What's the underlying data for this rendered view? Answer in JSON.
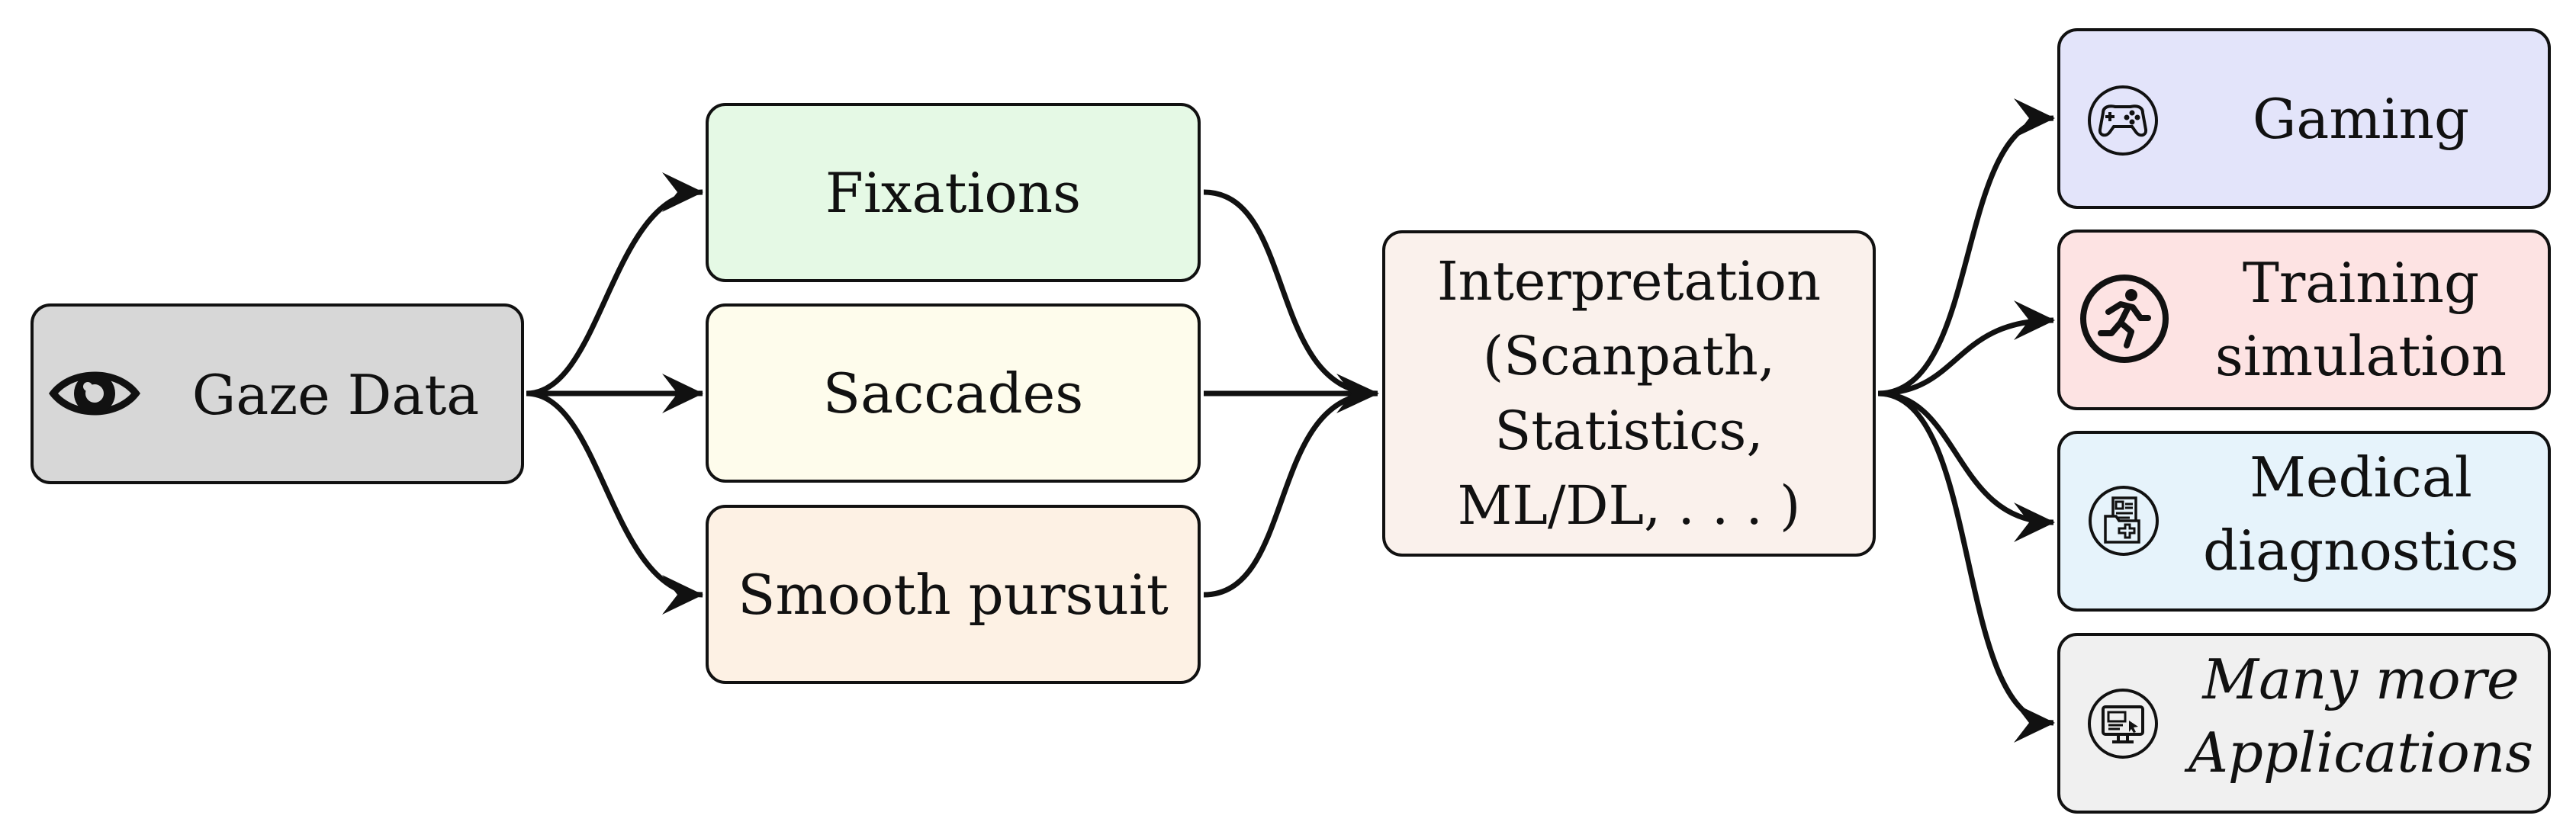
{
  "source": {
    "label": "Gaze Data",
    "icon": "eye-icon",
    "fill": "#d7d7d7"
  },
  "events": [
    {
      "label": "Fixations",
      "fill": "#e5f9e5"
    },
    {
      "label": "Saccades",
      "fill": "#fefcec"
    },
    {
      "label": "Smooth pursuit",
      "fill": "#fdf1e4"
    }
  ],
  "interpretation": {
    "lines": [
      "Interpretation",
      "(Scanpath,",
      "Statistics,",
      "ML/DL, . . . )"
    ],
    "fill": "#faf1ec"
  },
  "applications": [
    {
      "lines": [
        "Gaming"
      ],
      "icon": "gamepad-icon",
      "fill": "#e3e4fa",
      "italic": false
    },
    {
      "lines": [
        "Training",
        "simulation"
      ],
      "icon": "runner-icon",
      "fill": "#fde3e3",
      "italic": false
    },
    {
      "lines": [
        "Medical",
        "diagnostics"
      ],
      "icon": "medical-records-icon",
      "fill": "#e6f3fb",
      "italic": false
    },
    {
      "lines": [
        "Many more",
        "Applications"
      ],
      "icon": "monitor-icon",
      "fill": "#f0f0f0",
      "italic": true
    }
  ],
  "colors": {
    "stroke": "#111111",
    "background": "#ffffff"
  }
}
